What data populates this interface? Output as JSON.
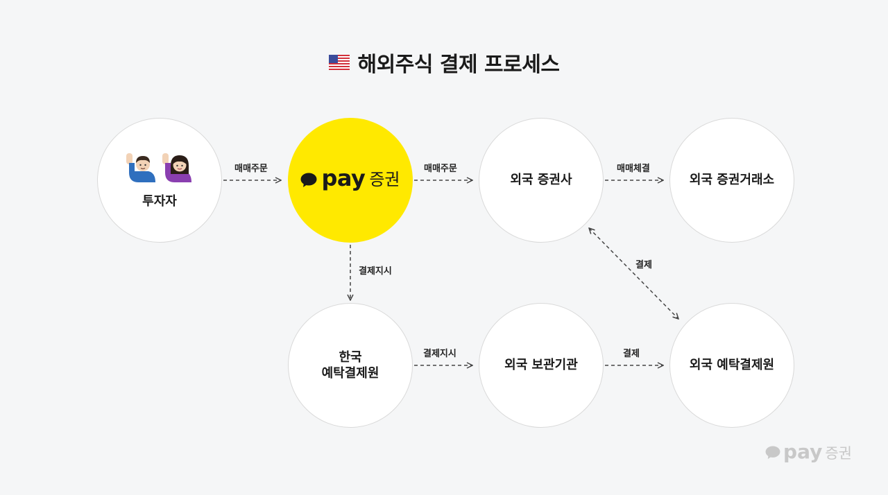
{
  "title": "해외주식 결제 프로세스",
  "title_icon": "us-flag-icon",
  "colors": {
    "background": "#f5f6f7",
    "node_fill": "#ffffff",
    "node_border": "#d9d9d9",
    "kakaopay_yellow": "#ffe900",
    "arrow": "#444444",
    "watermark": "#c8c8c8"
  },
  "nodes": {
    "investor": {
      "label": "투자자",
      "icons": [
        "man-raising-hand-icon",
        "woman-raising-hand-icon"
      ]
    },
    "kakaopay": {
      "logo_icon": "speech-bubble-icon",
      "pay": "pay",
      "sec": "증권"
    },
    "foreign_broker": {
      "label": "외국 증권사"
    },
    "foreign_exchange": {
      "label": "외국 증권거래소"
    },
    "korea_depository": {
      "line1": "한국",
      "line2": "예탁결제원"
    },
    "foreign_custodian": {
      "label": "외국 보관기관"
    },
    "foreign_depository": {
      "label": "외국 예탁결제원"
    }
  },
  "edges": {
    "investor_to_kakaopay": "매매주문",
    "kakaopay_to_broker": "매매주문",
    "broker_to_exchange": "매매체결",
    "kakaopay_to_korea_depository": "결제지시",
    "korea_depository_to_custodian": "결제지시",
    "custodian_to_foreign_depository": "결제",
    "broker_foreign_depository": "결제"
  },
  "watermark": {
    "logo_icon": "speech-bubble-icon",
    "pay": "pay",
    "sec": "증권"
  }
}
